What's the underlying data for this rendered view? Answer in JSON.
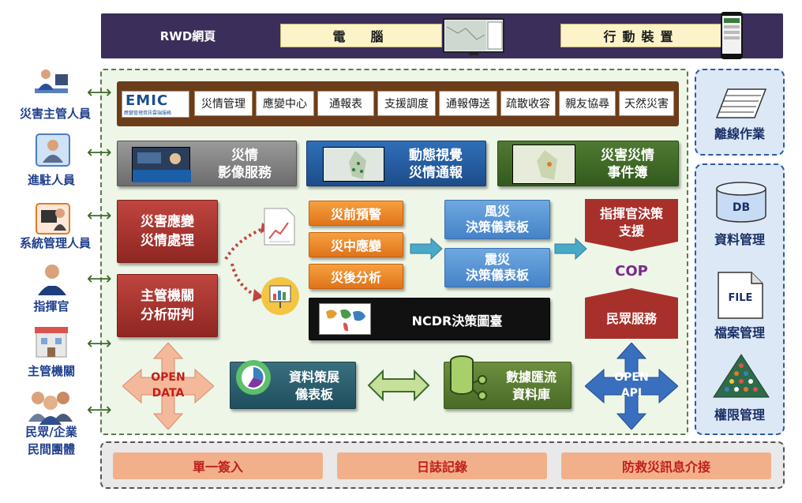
{
  "banner": {
    "title": "RWD網頁",
    "desktop": "電　腦",
    "mobile": "行動裝置"
  },
  "roles": [
    {
      "label": "災害主管人員",
      "icon": "person-at-desk-icon"
    },
    {
      "label": "進駐人員",
      "icon": "person-presenting-icon"
    },
    {
      "label": "系統管理人員",
      "icon": "admin-computer-icon"
    },
    {
      "label": "指揮官",
      "icon": "commander-icon"
    },
    {
      "label": "主管機關",
      "icon": "building-icon"
    },
    {
      "label": "民眾/企業\n民間團體",
      "icon": "people-group-icon"
    }
  ],
  "menubar": {
    "logo_text": "EMIC",
    "logo_subtext": "應變管理資訊雲端服務",
    "items": [
      "災情管理",
      "應變中心",
      "通報表",
      "支援調度",
      "通報傳送",
      "疏散收容",
      "親友協尋",
      "天然災害"
    ]
  },
  "services": {
    "video": "災情\n影像服務",
    "dynamic": "動態視覺\n災情通報",
    "events": "災害災情\n事件簿"
  },
  "process": {
    "disaster_response": "災害應變\n災情處理",
    "agency_analysis": "主管機關\n分析研判",
    "pre_warning": "災前預警",
    "during_response": "災中應變",
    "post_analysis": "災後分析",
    "wind_dashboard": "風災\n決策儀表板",
    "quake_dashboard": "震災\n決策儀表板",
    "commander_support": "指揮官決策\n支援",
    "cop": "COP",
    "public_service": "民眾服務",
    "ncdr": "NCDR決策圖臺"
  },
  "bottom_row": {
    "open_data": "OPEN\nDATA",
    "data_dashboard": "資料策展\n儀表板",
    "data_lake": "數據匯流\n資料庫",
    "open_api": "OPEN\nAPI"
  },
  "side": {
    "offline": "離線作業",
    "db_icon_text": "DB",
    "db_label": "資料管理",
    "file_icon_text": "FILE",
    "file_label": "檔案管理",
    "permission_label": "權限管理"
  },
  "bottom_bar": {
    "sso": "單一簽入",
    "log": "日誌記錄",
    "msg": "防救災訊息介接"
  },
  "colors": {
    "banner": "#3b2e5a",
    "main_bg": "#eef6e8",
    "menubar": "#6b3d1a",
    "role_text": "#1f3f8c",
    "cop": "#7a2a8a",
    "bottom_text": "#c0201a"
  }
}
